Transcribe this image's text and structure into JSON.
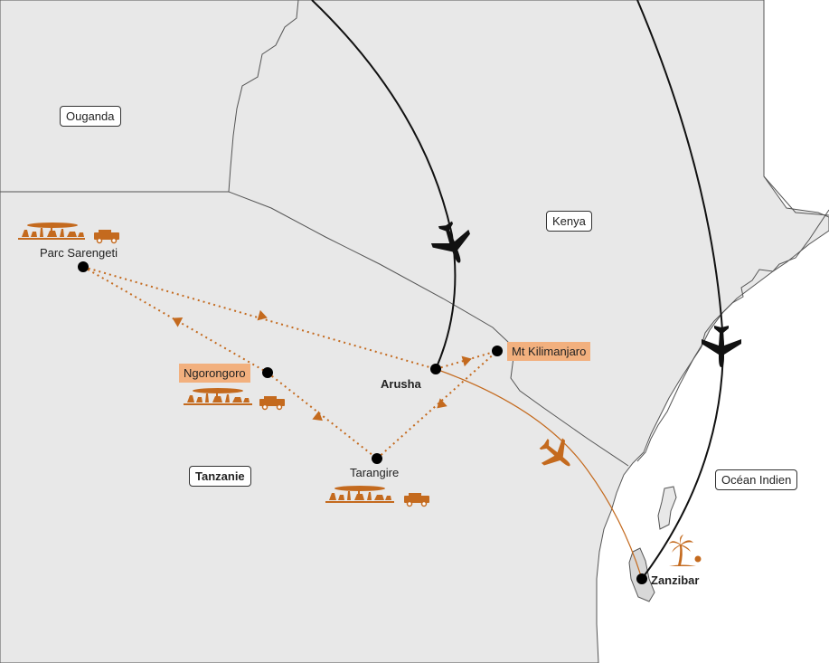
{
  "map": {
    "regions": {
      "uganda": "Ouganda",
      "kenya": "Kenya",
      "tanzania": "Tanzanie",
      "ocean": "Océan Indien"
    },
    "places": {
      "serengeti": "Parc Sarengeti",
      "ngorongoro": "Ngorongoro",
      "tarangire": "Tarangire",
      "arusha": "Arusha",
      "kilimanjaro": "Mt Kilimanjaro",
      "zanzibar": "Zanzibar"
    },
    "colors": {
      "land": "#e8e8e8",
      "sea": "#ffffff",
      "border": "#555555",
      "route": "#c46a1e",
      "flight": "#000000",
      "highlight": "#f2b07e"
    },
    "icons": [
      "safari-animals-icon",
      "safari-jeep-icon",
      "airplane-icon",
      "palm-tree-icon"
    ]
  }
}
